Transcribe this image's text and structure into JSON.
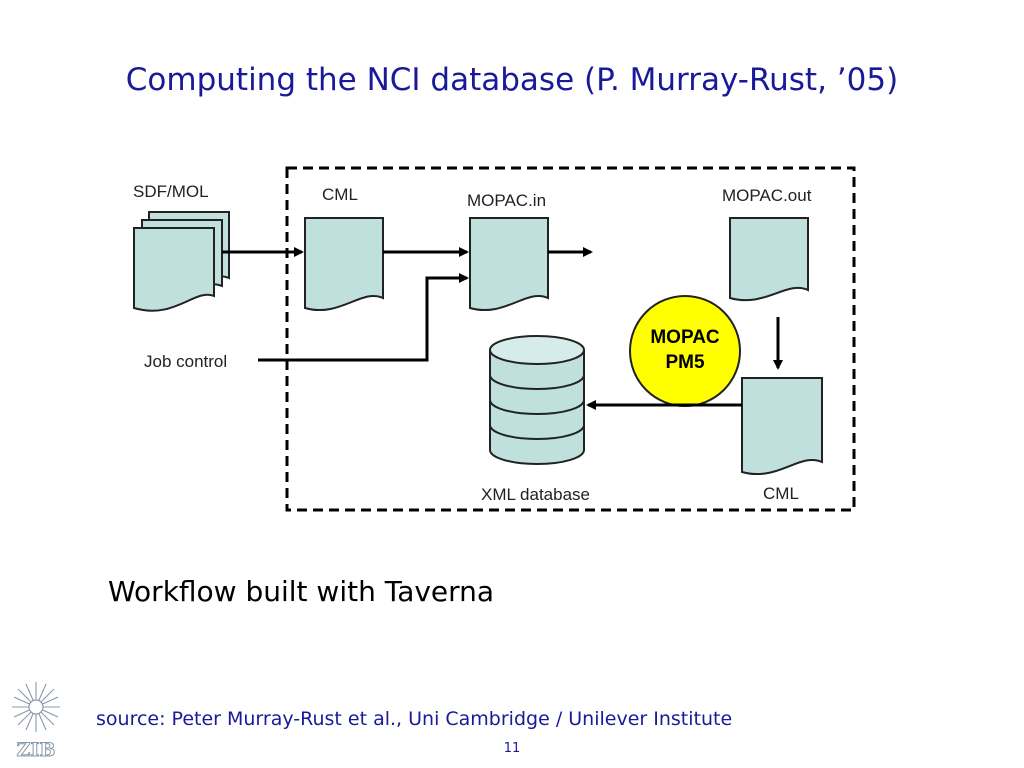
{
  "slide": {
    "title": "Computing the NCI database (P. Murray-Rust, ’05)",
    "caption": "Workflow built with Taverna",
    "source": "source: Peter Murray-Rust et al., Uni Cambridge / Unilever Institute",
    "page_number": "11"
  },
  "diagram": {
    "labels": {
      "sdf_mol": "SDF/MOL",
      "cml_in": "CML",
      "mopac_in": "MOPAC.in",
      "mopac_out": "MOPAC.out",
      "job_control": "Job control",
      "mopac_line1": "MOPAC",
      "mopac_line2": "PM5",
      "xml_database": "XML database",
      "cml_out": "CML"
    },
    "colors": {
      "document_fill": "#bfe0dd",
      "engine_fill": "#ffff00",
      "arrow": "#000000",
      "title": "#1a1a99"
    }
  },
  "logo": {
    "text": "ZIB"
  }
}
